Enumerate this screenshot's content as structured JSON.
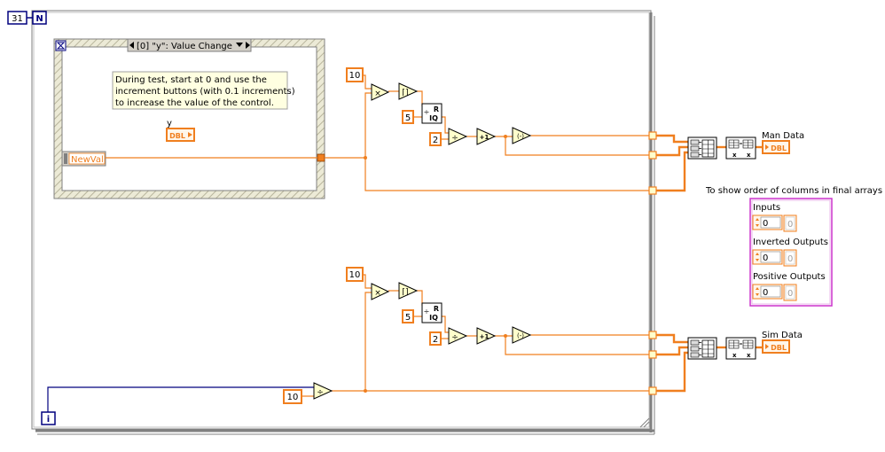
{
  "loop": {
    "count_terminal": "31",
    "count_symbol": "N",
    "iteration_symbol": "i"
  },
  "event_structure": {
    "case_selector": "[0] \"y\": Value Change",
    "comment": [
      "During test, start at 0 and use the",
      "increment buttons (with 0.1 increments)",
      "to increase the value of the control."
    ],
    "control_label": "y",
    "control_type": "DBL",
    "event_data_node": "NewVal"
  },
  "constants": {
    "ten_upper": "10",
    "five_upper": "5",
    "two_upper": "2",
    "ten_lower": "10",
    "five_lower": "5",
    "two_lower": "2",
    "ten_divisor": "10"
  },
  "functions": {
    "multiply": "×",
    "round_up": "⌈⌉",
    "quotient_remainder_r": "R",
    "quotient_remainder_iq": "IQ",
    "divide": "÷",
    "increment": "+1",
    "negate": "(-)"
  },
  "outputs": {
    "man_data_label": "Man Data",
    "sim_data_label": "Sim Data",
    "indicator_type": "DBL"
  },
  "legend": {
    "title": "To show order of columns in final arrays",
    "items": [
      {
        "label": "Inputs",
        "index": "0",
        "value": "0"
      },
      {
        "label": "Inverted Outputs",
        "index": "0",
        "value": "0"
      },
      {
        "label": "Positive Outputs",
        "index": "0",
        "value": "0"
      }
    ]
  },
  "colors": {
    "wire_orange": "#f07f1f",
    "loop_blue": "#00007f",
    "legend_border": "#cc33cc",
    "comment_bg": "#ffffe1"
  }
}
